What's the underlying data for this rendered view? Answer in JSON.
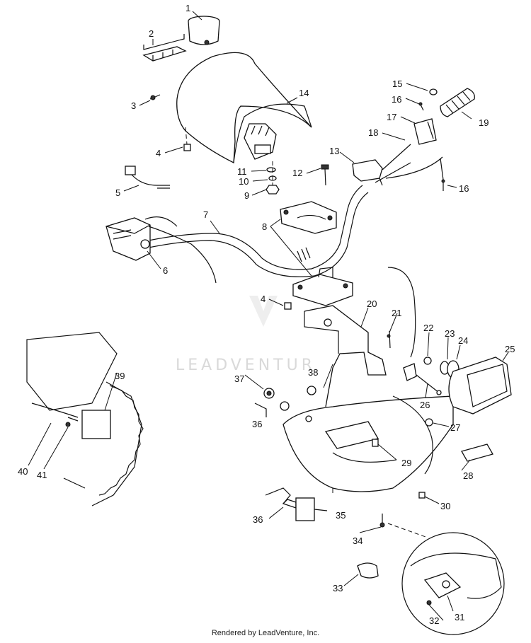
{
  "diagram": {
    "watermark": "LEADVENTURE",
    "footer": "Rendered by LeadVenture, Inc.",
    "callouts": [
      "1",
      "2",
      "3",
      "4",
      "5",
      "6",
      "7",
      "8",
      "9",
      "10",
      "11",
      "12",
      "13",
      "14",
      "15",
      "16",
      "16",
      "17",
      "18",
      "19",
      "20",
      "21",
      "22",
      "23",
      "24",
      "25",
      "26",
      "27",
      "28",
      "29",
      "30",
      "4",
      "31",
      "32",
      "33",
      "34",
      "35",
      "36",
      "36",
      "37",
      "38",
      "39",
      "40",
      "41"
    ]
  }
}
